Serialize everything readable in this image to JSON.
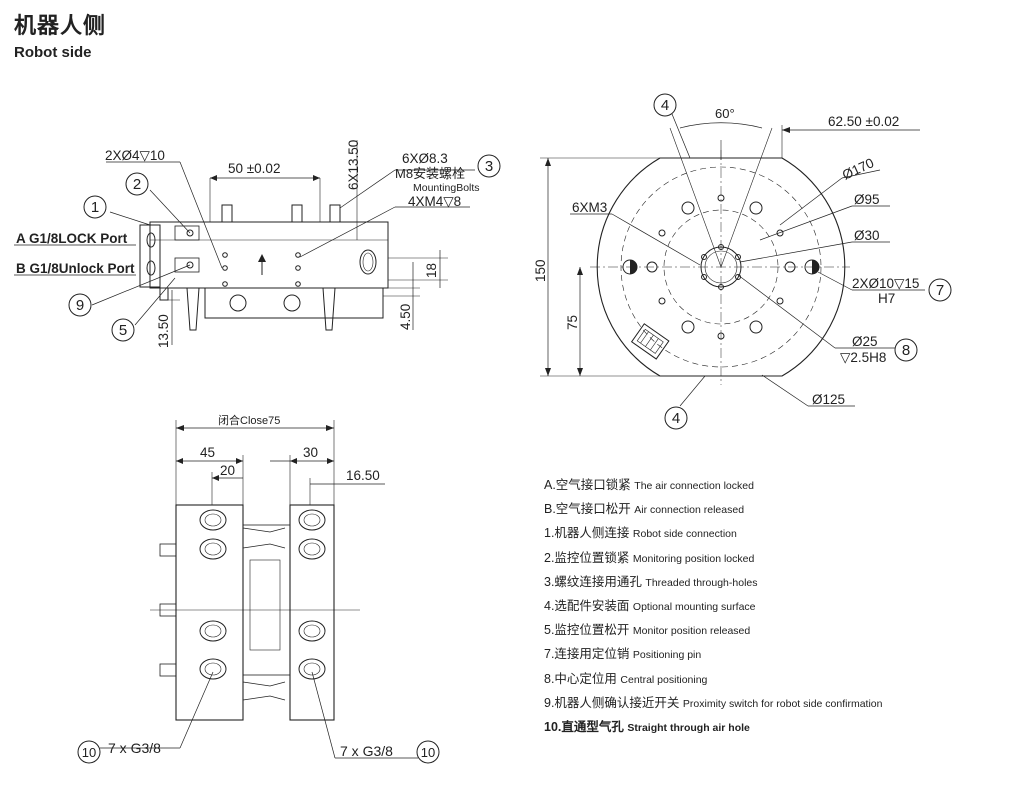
{
  "page": {
    "title": "机器人侧",
    "subtitle": "Robot side"
  },
  "side_view": {
    "dim_top_holes": "2XØ4▽10",
    "dim_50": "50 ±0.02",
    "dim_6x13": "6X13.50",
    "dim_6x8": "6XØ8.3",
    "dim_m8": "M8安装螺栓",
    "dim_mounting_bolts": "MountingBolts",
    "dim_4xm4": "4XM4▽8",
    "port_a": "A G1/8LOCK Port",
    "port_b": "B G1/8Unlock Port",
    "dim_18": "18",
    "dim_4_50": "4.50",
    "dim_13_50": "13.50"
  },
  "top_view": {
    "dim_60deg": "60°",
    "dim_62_50": "62.50 ±0.02",
    "dim_170": "Ø170",
    "dim_95": "Ø95",
    "dim_30": "Ø30",
    "dim_6xm3": "6XM3",
    "dim_150": "150",
    "dim_75": "75",
    "dim_2x10": "2XØ10▽15",
    "dim_h7": "H7",
    "dim_25": "Ø25",
    "dim_2_5h8": "▽2.5H8",
    "dim_125": "Ø125"
  },
  "bottom_view": {
    "dim_close": "闭合Close75",
    "dim_45": "45",
    "dim_20": "20",
    "dim_30": "30",
    "dim_16_50": "16.50",
    "holes_left": "7 x  G3/8",
    "holes_right": "7 x  G3/8"
  },
  "callouts": {
    "c1": "1",
    "c2": "2",
    "c3": "3",
    "c4a": "4",
    "c4b": "4",
    "c5": "5",
    "c7": "7",
    "c8": "8",
    "c9": "9",
    "c10a": "10",
    "c10b": "10"
  },
  "legend": [
    {
      "cn": "A.空气接口锁紧",
      "en": "The air connection locked"
    },
    {
      "cn": "B.空气接口松开",
      "en": "Air connection released"
    },
    {
      "cn": "1.机器人侧连接",
      "en": "Robot side connection"
    },
    {
      "cn": "2.监控位置锁紧",
      "en": "Monitoring position locked"
    },
    {
      "cn": "3.螺纹连接用通孔",
      "en": "Threaded through-holes"
    },
    {
      "cn": "4.选配件安装面",
      "en": "Optional mounting surface"
    },
    {
      "cn": "5.监控位置松开",
      "en": "Monitor position released"
    },
    {
      "cn": "7.连接用定位销",
      "en": "Positioning pin"
    },
    {
      "cn": "8.中心定位用",
      "en": "Central positioning"
    },
    {
      "cn": "9.机器人侧确认接近开关",
      "en": "Proximity switch for robot side confirmation"
    },
    {
      "cn": "10.直通型气孔",
      "en": "Straight through air hole"
    }
  ]
}
